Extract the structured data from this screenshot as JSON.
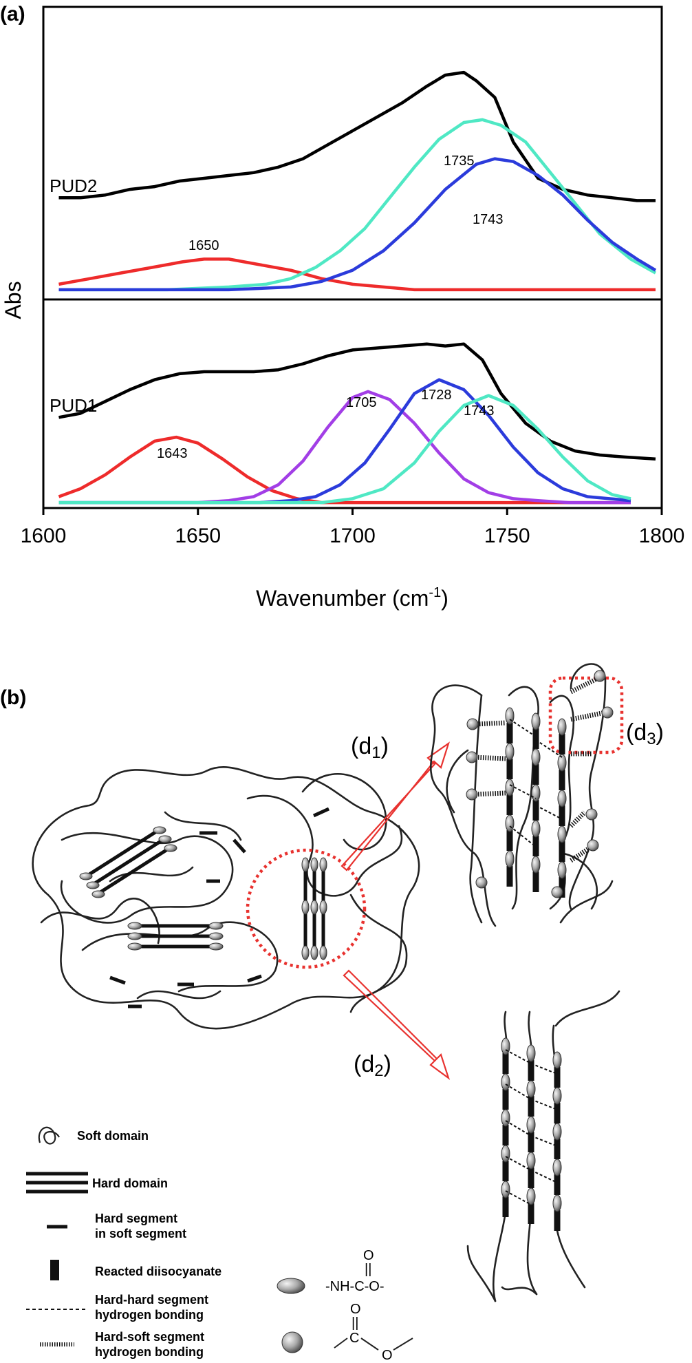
{
  "panel_a": "(a)",
  "panel_b": "(b)",
  "chart_data": {
    "type": "line",
    "xlabel": "Wavenumber (cm",
    "xlabel_sup": "-1",
    "xlabel_close": ")",
    "ylabel": "Abs",
    "xlim": [
      1600,
      1800
    ],
    "xticks": [
      1600,
      1650,
      1700,
      1750,
      1800
    ],
    "grid": false,
    "colors": {
      "envelope": "#000000",
      "red": "#ee2b2b",
      "cyan": "#4fe8c4",
      "blue": "#2b3bdb",
      "purple": "#a23ee6"
    },
    "panels": [
      {
        "label": "PUD2",
        "ylim": [
          0,
          1
        ],
        "series": [
          {
            "role": "envelope",
            "color": "#000000",
            "x": [
              1605,
              1612,
              1620,
              1628,
              1636,
              1644,
              1652,
              1660,
              1668,
              1676,
              1684,
              1692,
              1700,
              1708,
              1716,
              1724,
              1730,
              1736,
              1740,
              1746,
              1752,
              1760,
              1768,
              1776,
              1784,
              1792,
              1798
            ],
            "y": [
              0.34,
              0.34,
              0.35,
              0.37,
              0.38,
              0.4,
              0.41,
              0.42,
              0.43,
              0.45,
              0.48,
              0.53,
              0.58,
              0.63,
              0.68,
              0.74,
              0.78,
              0.79,
              0.76,
              0.7,
              0.54,
              0.41,
              0.37,
              0.35,
              0.34,
              0.33,
              0.33
            ]
          },
          {
            "role": "component",
            "peak_label": "1650",
            "color": "#ee2b2b",
            "x": [
              1605,
              1615,
              1625,
              1635,
              1645,
              1652,
              1660,
              1670,
              1680,
              1690,
              1700,
              1710,
              1720,
              1730,
              1740,
              1760,
              1780,
              1798
            ],
            "y": [
              0.03,
              0.05,
              0.07,
              0.09,
              0.11,
              0.12,
              0.12,
              0.1,
              0.08,
              0.05,
              0.03,
              0.02,
              0.01,
              0.01,
              0.01,
              0.01,
              0.01,
              0.01
            ]
          },
          {
            "role": "component",
            "peak_label": "1735",
            "color": "#4fe8c4",
            "x": [
              1605,
              1640,
              1660,
              1672,
              1680,
              1688,
              1696,
              1704,
              1712,
              1720,
              1728,
              1736,
              1742,
              1748,
              1756,
              1764,
              1772,
              1780,
              1790,
              1798
            ],
            "y": [
              0.01,
              0.01,
              0.02,
              0.03,
              0.05,
              0.09,
              0.15,
              0.23,
              0.34,
              0.45,
              0.55,
              0.61,
              0.62,
              0.6,
              0.54,
              0.43,
              0.32,
              0.21,
              0.12,
              0.07
            ]
          },
          {
            "role": "component",
            "peak_label": "1743",
            "color": "#2b3bdb",
            "x": [
              1605,
              1640,
              1660,
              1680,
              1690,
              1700,
              1710,
              1720,
              1730,
              1740,
              1746,
              1752,
              1760,
              1768,
              1776,
              1784,
              1792,
              1798
            ],
            "y": [
              0.01,
              0.01,
              0.01,
              0.02,
              0.04,
              0.08,
              0.15,
              0.25,
              0.37,
              0.46,
              0.48,
              0.47,
              0.42,
              0.35,
              0.26,
              0.18,
              0.12,
              0.08
            ]
          }
        ]
      },
      {
        "label": "PUD1",
        "ylim": [
          0,
          1
        ],
        "series": [
          {
            "role": "envelope",
            "color": "#000000",
            "x": [
              1605,
              1612,
              1620,
              1628,
              1636,
              1644,
              1652,
              1660,
              1668,
              1676,
              1684,
              1692,
              1700,
              1708,
              1716,
              1724,
              1730,
              1736,
              1742,
              1748,
              1756,
              1764,
              1772,
              1780,
              1788,
              1798
            ],
            "y": [
              0.44,
              0.46,
              0.52,
              0.58,
              0.63,
              0.66,
              0.67,
              0.67,
              0.67,
              0.68,
              0.71,
              0.75,
              0.78,
              0.79,
              0.8,
              0.81,
              0.8,
              0.81,
              0.73,
              0.56,
              0.41,
              0.32,
              0.27,
              0.25,
              0.24,
              0.23
            ]
          },
          {
            "role": "component",
            "peak_label": "1643",
            "color": "#ee2b2b",
            "x": [
              1605,
              1612,
              1620,
              1628,
              1636,
              1643,
              1650,
              1658,
              1666,
              1674,
              1682,
              1690,
              1700,
              1720,
              1760,
              1790
            ],
            "y": [
              0.04,
              0.08,
              0.15,
              0.24,
              0.32,
              0.34,
              0.31,
              0.23,
              0.14,
              0.07,
              0.03,
              0.01,
              0.01,
              0.01,
              0.01,
              0.01
            ]
          },
          {
            "role": "component",
            "peak_label": "1705",
            "color": "#a23ee6",
            "x": [
              1605,
              1650,
              1660,
              1668,
              1676,
              1684,
              1692,
              1700,
              1705,
              1712,
              1720,
              1728,
              1736,
              1744,
              1752,
              1760,
              1770,
              1790
            ],
            "y": [
              0.01,
              0.01,
              0.02,
              0.04,
              0.1,
              0.22,
              0.39,
              0.54,
              0.57,
              0.53,
              0.41,
              0.26,
              0.13,
              0.06,
              0.03,
              0.02,
              0.01,
              0.01
            ]
          },
          {
            "role": "component",
            "peak_label": "1728",
            "color": "#2b3bdb",
            "x": [
              1605,
              1670,
              1680,
              1688,
              1696,
              1704,
              1712,
              1720,
              1728,
              1736,
              1744,
              1752,
              1760,
              1768,
              1776,
              1790
            ],
            "y": [
              0.01,
              0.01,
              0.02,
              0.04,
              0.1,
              0.21,
              0.38,
              0.56,
              0.63,
              0.58,
              0.45,
              0.29,
              0.16,
              0.08,
              0.04,
              0.02
            ]
          },
          {
            "role": "component",
            "peak_label": "1743",
            "color": "#4fe8c4",
            "x": [
              1605,
              1690,
              1700,
              1710,
              1720,
              1728,
              1736,
              1744,
              1752,
              1760,
              1768,
              1776,
              1784,
              1790
            ],
            "y": [
              0.01,
              0.01,
              0.03,
              0.08,
              0.21,
              0.37,
              0.5,
              0.55,
              0.5,
              0.38,
              0.24,
              0.12,
              0.05,
              0.03
            ]
          }
        ]
      }
    ]
  },
  "diagram": {
    "labels": {
      "d1": "(d",
      "d1_sub": "1",
      "d2": "(d",
      "d2_sub": "2",
      "d3": "(d",
      "d3_sub": "3",
      "close": ")"
    },
    "legend": [
      {
        "line1": "Soft domain",
        "line2": ""
      },
      {
        "line1": "Hard domain",
        "line2": ""
      },
      {
        "line1": "Hard segment",
        "line2": "in soft segment"
      },
      {
        "line1": "Reacted diisocyanate",
        "line2": ""
      },
      {
        "line1": "Hard-hard segment",
        "line2": "hydrogen bonding"
      },
      {
        "line1": "Hard-soft segment",
        "line2": "hydrogen bonding"
      }
    ],
    "chem": {
      "urethane_top": "O",
      "urethane_bond": "||",
      "urethane_formula": "-NH-C-O-",
      "ester_top": "O",
      "ester_bond": "||",
      "ester_c": "C",
      "ester_o": "O"
    },
    "colors": {
      "red": "#e8322f",
      "bead": "#a9a9a9",
      "line": "#222222"
    }
  }
}
